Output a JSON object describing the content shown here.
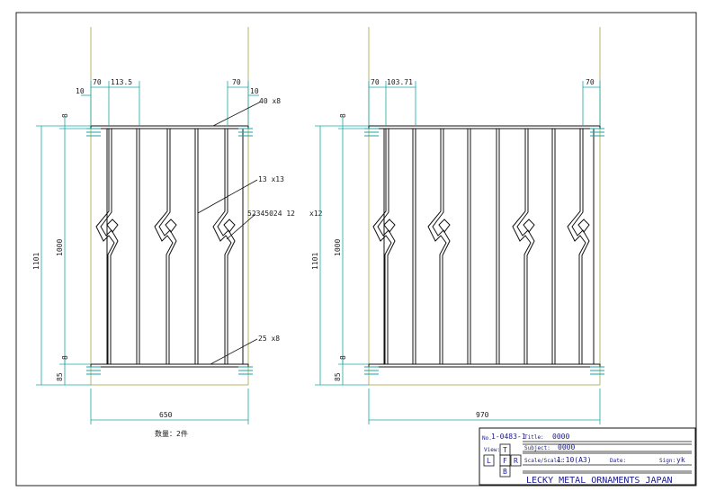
{
  "left_view": {
    "dims": {
      "d70_left": "70",
      "d113": "113.5",
      "d70_right": "70",
      "d10_left": "10",
      "d10_right": "10",
      "d8_top": "8",
      "d8_bottom": "8",
      "d1101": "1101",
      "d1000": "1000",
      "d85": "85",
      "d650": "650"
    },
    "callouts": {
      "rail_top": "40 x8",
      "bar": "13 x13",
      "part_no": "52345024 12",
      "rail_bottom": "25 x8"
    },
    "quantity_note": "数量：2件"
  },
  "mid_note": "x12",
  "right_view": {
    "dims": {
      "d70_left": "70",
      "d103": "103.71",
      "d70_right": "70",
      "d8_top": "8",
      "d8_bottom": "8",
      "d1101": "1101",
      "d1000": "1000",
      "d85": "85",
      "d970": "970"
    }
  },
  "title_block": {
    "no_label": "No.",
    "drawing_no": "1-0483-1",
    "title_label": "Title:",
    "title_value": "0000",
    "subject_label": "Subject:",
    "subject_value": "0000",
    "view_label": "View:",
    "view_t": "T",
    "view_l": "L",
    "view_f": "F",
    "view_r": "R",
    "view_b": "B",
    "scale_label": "Scale/Scale:",
    "scale_value": "1:10(A3)",
    "date_label": "Date:",
    "sign_label": "Sign:",
    "sign_value": "yk",
    "company": "LECKY METAL ORNAMENTS JAPAN"
  }
}
